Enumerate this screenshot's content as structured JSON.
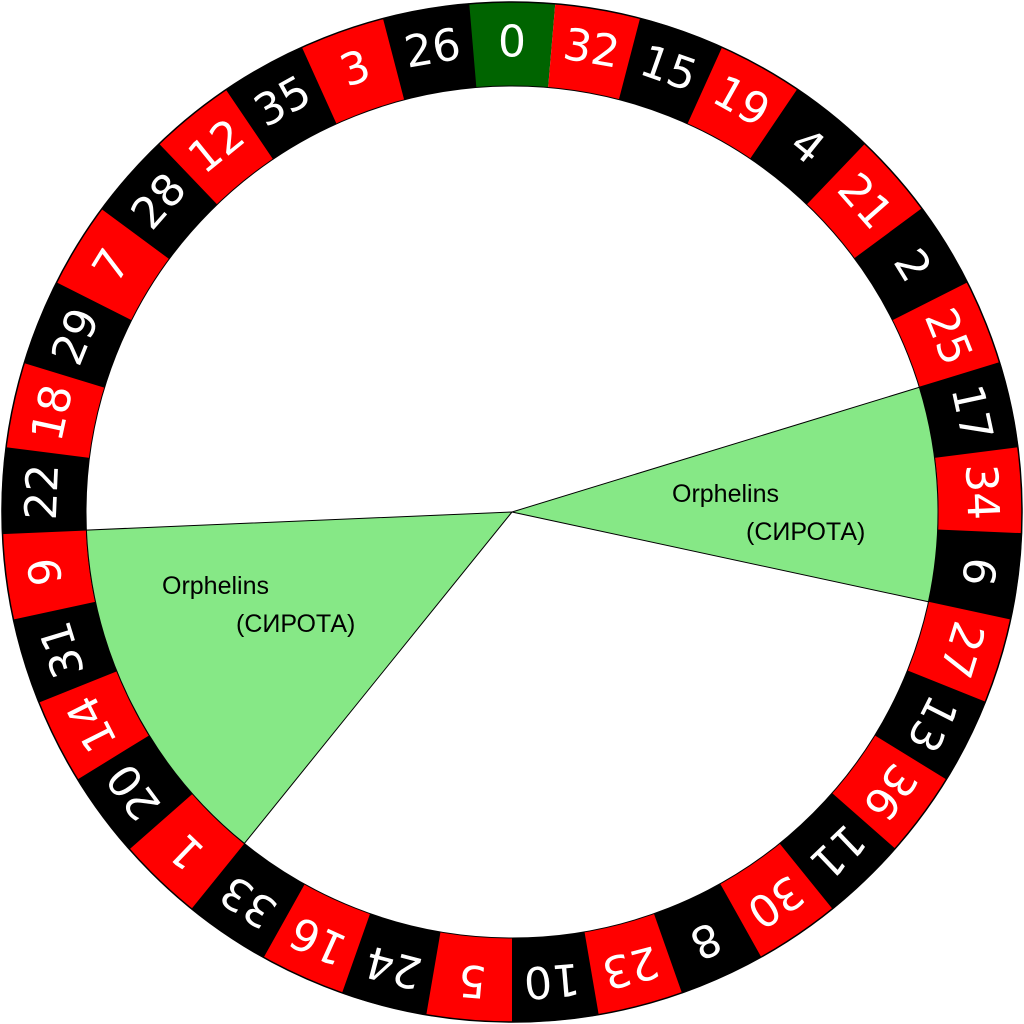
{
  "wheel": {
    "pockets": [
      {
        "number": "0",
        "color": "green"
      },
      {
        "number": "32",
        "color": "red"
      },
      {
        "number": "15",
        "color": "black"
      },
      {
        "number": "19",
        "color": "red"
      },
      {
        "number": "4",
        "color": "black"
      },
      {
        "number": "21",
        "color": "red"
      },
      {
        "number": "2",
        "color": "black"
      },
      {
        "number": "25",
        "color": "red"
      },
      {
        "number": "17",
        "color": "black"
      },
      {
        "number": "34",
        "color": "red"
      },
      {
        "number": "6",
        "color": "black"
      },
      {
        "number": "27",
        "color": "red"
      },
      {
        "number": "13",
        "color": "black"
      },
      {
        "number": "36",
        "color": "red"
      },
      {
        "number": "11",
        "color": "black"
      },
      {
        "number": "30",
        "color": "red"
      },
      {
        "number": "8",
        "color": "black"
      },
      {
        "number": "23",
        "color": "red"
      },
      {
        "number": "10",
        "color": "black"
      },
      {
        "number": "5",
        "color": "red"
      },
      {
        "number": "24",
        "color": "black"
      },
      {
        "number": "16",
        "color": "red"
      },
      {
        "number": "33",
        "color": "black"
      },
      {
        "number": "1",
        "color": "red"
      },
      {
        "number": "20",
        "color": "black"
      },
      {
        "number": "14",
        "color": "red"
      },
      {
        "number": "31",
        "color": "black"
      },
      {
        "number": "9",
        "color": "red"
      },
      {
        "number": "22",
        "color": "black"
      },
      {
        "number": "18",
        "color": "red"
      },
      {
        "number": "29",
        "color": "black"
      },
      {
        "number": "7",
        "color": "red"
      },
      {
        "number": "28",
        "color": "black"
      },
      {
        "number": "12",
        "color": "red"
      },
      {
        "number": "35",
        "color": "black"
      },
      {
        "number": "3",
        "color": "red"
      },
      {
        "number": "26",
        "color": "black"
      }
    ],
    "colors": {
      "red": "#ff0000",
      "black": "#000000",
      "green": "#006400",
      "orphelins_fill": "#86e886",
      "center": "#ffffff",
      "outline": "#000000"
    },
    "orphelins": {
      "label": "Orphelins",
      "sublabel": "(СИРОТА)",
      "segments": [
        {
          "first_pocket": "17",
          "last_pocket": "6"
        },
        {
          "first_pocket": "1",
          "last_pocket": "9"
        }
      ]
    }
  }
}
